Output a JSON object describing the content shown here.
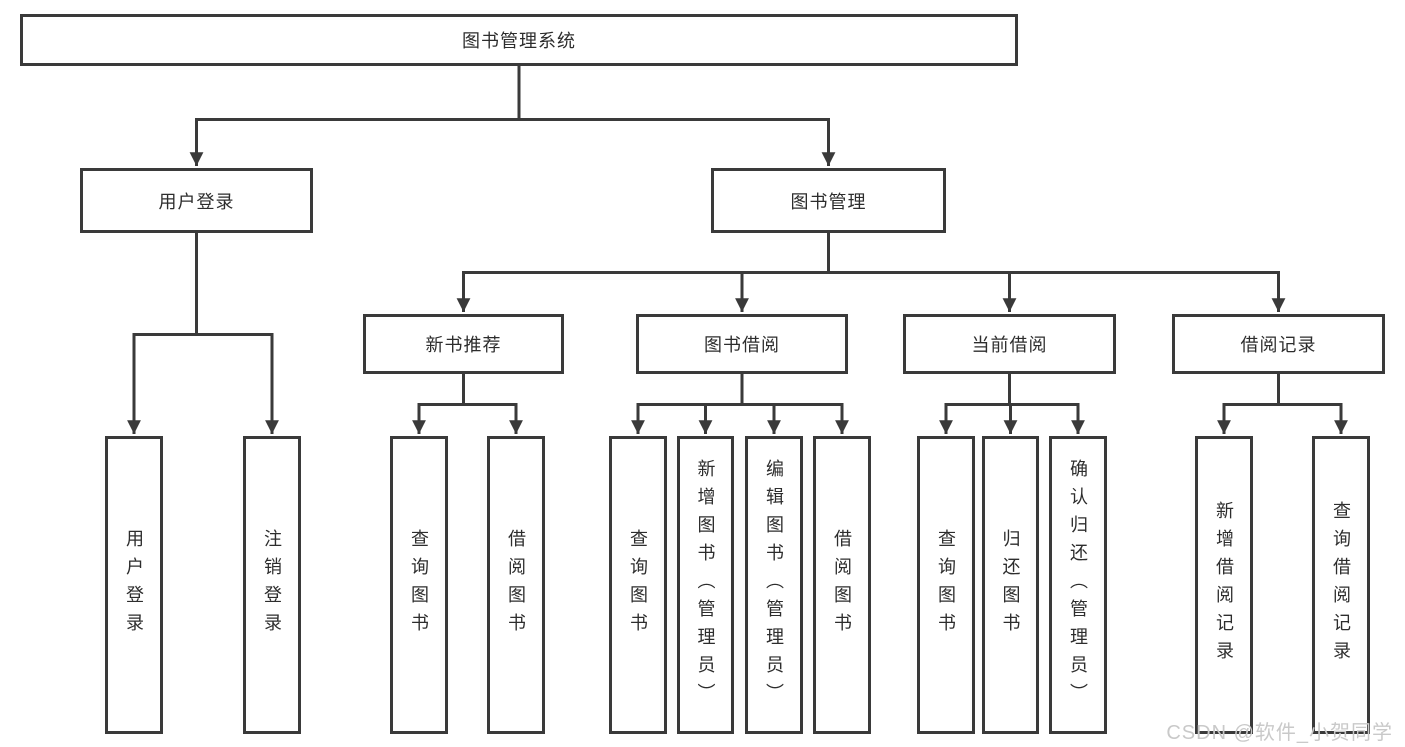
{
  "colors": {
    "line": "#3a3a3a",
    "border": "#3a3a3a",
    "text": "#2d2d2d",
    "background": "#ffffff",
    "watermark": "#c9c9c9"
  },
  "tree": {
    "root": {
      "label": "图书管理系统",
      "children": [
        {
          "label": "用户登录",
          "children": [
            {
              "label": "用户登录"
            },
            {
              "label": "注销登录"
            }
          ]
        },
        {
          "label": "图书管理",
          "children": [
            {
              "label": "新书推荐",
              "children": [
                {
                  "label": "查询图书"
                },
                {
                  "label": "借阅图书"
                }
              ]
            },
            {
              "label": "图书借阅",
              "children": [
                {
                  "label": "查询图书"
                },
                {
                  "label": "新增图书（管理员）"
                },
                {
                  "label": "编辑图书（管理员）"
                },
                {
                  "label": "借阅图书"
                }
              ]
            },
            {
              "label": "当前借阅",
              "children": [
                {
                  "label": "查询图书"
                },
                {
                  "label": "归还图书"
                },
                {
                  "label": "确认归还（管理员）"
                }
              ]
            },
            {
              "label": "借阅记录",
              "children": [
                {
                  "label": "新增借阅记录"
                },
                {
                  "label": "查询借阅记录"
                }
              ]
            }
          ]
        }
      ]
    }
  },
  "watermark": {
    "text": "CSDN @软件_小贺同学"
  }
}
